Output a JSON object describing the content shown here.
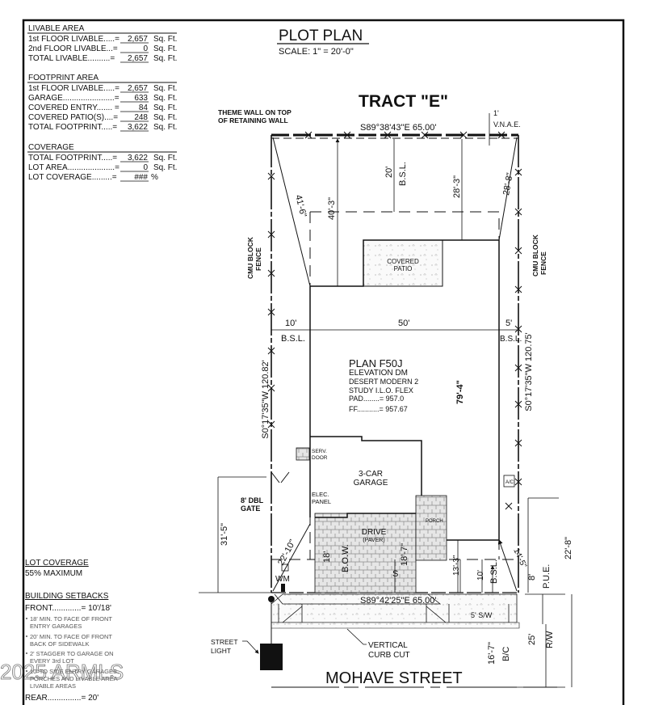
{
  "title": "PLOT PLAN",
  "scale": "SCALE: 1\" = 20'-0\"",
  "tables": {
    "livable": {
      "heading": "LIVABLE AREA",
      "rows": [
        {
          "label": "1st FLOOR LIVABLE.....=",
          "value": "2,657",
          "unit": "Sq. Ft."
        },
        {
          "label": "2nd FLOOR LIVABLE...=",
          "value": "0",
          "unit": "Sq. Ft."
        },
        {
          "label": "TOTAL LIVABLE..........=",
          "value": "2,657",
          "unit": "Sq. Ft."
        }
      ]
    },
    "footprint": {
      "heading": "FOOTPRINT AREA",
      "rows": [
        {
          "label": "1st FLOOR LIVABLE.....=",
          "value": "2,657",
          "unit": "Sq. Ft."
        },
        {
          "label": "GARAGE.......................=",
          "value": "633",
          "unit": "Sq. Ft."
        },
        {
          "label": "COVERED ENTRY....... =",
          "value": "84",
          "unit": "Sq. Ft."
        },
        {
          "label": "COVERED PATIO(S)....=",
          "value": "248",
          "unit": "Sq. Ft."
        },
        {
          "label": "TOTAL FOOTPRINT.....=",
          "value": "3,622",
          "unit": "Sq. Ft."
        }
      ]
    },
    "coverage": {
      "heading": "COVERAGE",
      "rows": [
        {
          "label": "TOTAL FOOTPRINT.....=",
          "value": "3,622",
          "unit": "Sq. Ft."
        },
        {
          "label": "LOT AREA.....................=",
          "value": "0",
          "unit": "Sq. Ft."
        },
        {
          "label": "LOT COVERAGE.........=",
          "value": "###",
          "unit": "%"
        }
      ]
    }
  },
  "notes": {
    "lot_coverage_heading": "LOT COVERAGE",
    "lot_coverage_value": "55% MAXIMUM",
    "setbacks_heading": "BUILDING SETBACKS",
    "front": "FRONT.............= 10'/18'",
    "bullets": [
      [
        "18' MIN. TO FACE OF FRONT",
        "ENTRY GARAGES"
      ],
      [
        "20' MIN. TO FACE OF FRONT",
        "BACK OF SIDEWALK"
      ],
      [
        "2' STAGGER TO GARAGE ON",
        "EVERY 3rd LOT"
      ],
      [
        "10' TO SIDE ENTRY GARAGES,",
        "PORCHES AND LIVABLE AREA",
        "LIVABLE AREAS"
      ]
    ],
    "rear": "REAR...............= 20'"
  },
  "watermark": "2025 ARMLS",
  "plan": {
    "tract": "TRACT \"E\"",
    "theme_wall": [
      "THEME WALL ON TOP",
      "OF RETAINING WALL"
    ],
    "top_bearing": "S89°38'43\"E  65.00'",
    "vnae_dim": "1'",
    "vnae": "V.N.A.E.",
    "rear_bsl_dim": "20'",
    "rear_bsl": "B.S.L.",
    "dim_28_3": "28'-3\"",
    "dim_28_8": "28'-8\"",
    "dim_41_6": "41'-6\"",
    "dim_40_3": "40'-3\"",
    "cmu_fence": [
      "CMU BLOCK",
      "FENCE"
    ],
    "covered_patio": [
      "COVERED",
      "PATIO"
    ],
    "left_side_bsl_dim": "10'",
    "side_bsl": "B.S.L.",
    "width_dim": "50'",
    "right_side_bsl_dim": "5'",
    "left_bearing": "S0°17'35\"W  120.82'",
    "right_bearing": "S0°17'35\"W  120.75'",
    "plan_name": "PLAN F50J",
    "elevation": "ELEVATION DM",
    "elevation_name": "DESERT MODERN 2",
    "option": "STUDY I.L.O. FLEX",
    "pad": "PAD........=  957.0",
    "ff": "FF...........=  957.67",
    "depth_dim": "79'-4\"",
    "serv_door": [
      "SERV.",
      "DOOR"
    ],
    "garage": [
      "3-CAR",
      "GARAGE"
    ],
    "elec_panel": [
      "ELEC.",
      "PANEL"
    ],
    "ac": "A/C",
    "gate": [
      "8' DBL",
      "GATE"
    ],
    "dim_31_5": "31'-5\"",
    "dim_22_10": "22'-10\"",
    "wm": "WM",
    "drive": "DRIVE",
    "paver": "(PAVER)",
    "porch": "PORCH",
    "dim_18": "18'",
    "bow": "B.O.W.",
    "dim_18_7": "18'-7\"",
    "sewer": "S",
    "dim_13_3": "13'-3\"",
    "front_bsl_dim": "10'",
    "front_bsl": "B.S.L.",
    "dim_14_5": "14'-5\"",
    "pue_dim": "8'",
    "pue": "P.U.E.",
    "dim_22_8": "22'-8\"",
    "bottom_bearing": "S89°42'25\"E  65.00'",
    "sidewalk": "5' S/W",
    "street_light": [
      "STREET",
      "LIGHT"
    ],
    "curb_cut": [
      "VERTICAL",
      "CURB CUT"
    ],
    "street": "MOHAVE STREET",
    "bc_dim": "16'-7\"",
    "bc": "B/C",
    "rw_dim": "25'",
    "rw": "R/W"
  }
}
